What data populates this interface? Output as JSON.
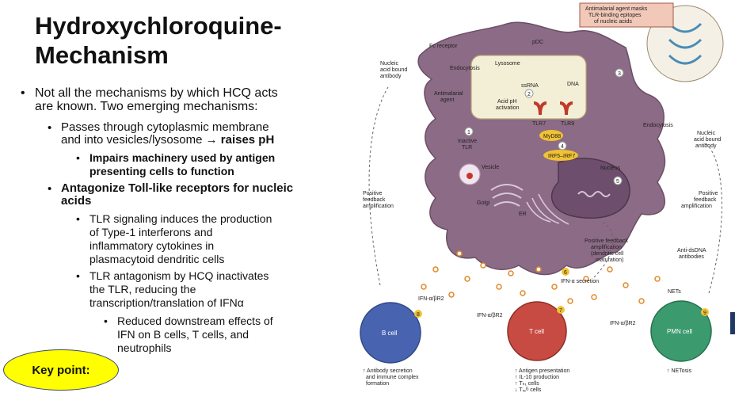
{
  "slide": {
    "title_line1": "Hydroxychloroquine-",
    "title_line2": "Mechanism",
    "bullets": {
      "b1_l1": "Not all the mechanisms by which HCQ acts",
      "b1_l2": "are known.  Two emerging mechanisms:",
      "b2_l1": "Passes through cytoplasmic membrane",
      "b2_l2a": "and into vesicles/lysosome",
      "b2_arrow": "→",
      "b2_l2b": "raises pH",
      "b3_l1": "Impairs machinery used by antigen",
      "b3_l2": "presenting cells to function",
      "b4_l1": "Antagonize Toll-like receptors for nucleic",
      "b4_l2": "acids",
      "b5_l1": "TLR signaling induces the production",
      "b5_l2": "of Type-1 interferons and",
      "b5_l3": "inflammatory cytokines in",
      "b5_l4": "plasmacytoid dendritic cells",
      "b6_l1": "TLR antagonism by HCQ inactivates",
      "b6_l2": "the TLR, reducing the",
      "b6_l3": "transcription/translation of IFNα",
      "b7_l1": "Reduced downstream effects of",
      "b7_l2": "IFN on B cells, T cells, and",
      "b7_l3": "neutrophils"
    },
    "key_point": "Key point:"
  },
  "figure": {
    "callout_l1": "Antimalarial agent masks",
    "callout_l2": "TLR-binding epitopes",
    "callout_l3": "of nucleic acids",
    "pdc": "pDC",
    "fc_receptor": "Fc receptor",
    "endocytosis": "Endocytosis",
    "lysosome": "Lysosome",
    "nucleic_l1": "Nucleic",
    "nucleic_l2": "acid bound",
    "nucleic_l3": "antibody",
    "antimalarial_l1": "Antimalarial",
    "antimalarial_l2": "agent",
    "ssrna": "ssRNA",
    "dna": "DNA",
    "acid_l1": "Acid pH",
    "acid_l2": "activation",
    "tlr7": "TLR7",
    "tlr9": "TLR9",
    "myd88": "MyD88",
    "irf": "IRF5–IRF7",
    "inactive_l1": "Inactive",
    "inactive_l2": "TLR",
    "vesicle": "Vesicle",
    "nucleus": "Nucleus",
    "golgi": "Golgi",
    "er": "ER",
    "endocytosis_right": "Endocytosis",
    "nucleic_r_l1": "Nucleic",
    "nucleic_r_l2": "acid bound",
    "nucleic_r_l3": "antibody",
    "pos_l1": "Positive",
    "pos_l2": "feedback",
    "pos_l3": "amplification",
    "pos_r_l1": "Positive",
    "pos_r_l2": "feedback",
    "pos_r_l3": "amplification",
    "pos_c_l1": "Positive feedback",
    "pos_c_l2": "amplification",
    "pos_c_l3": "(dendritic cell",
    "pos_c_l4": "maturation)",
    "ifn_secretion": "IFN-α secretion",
    "anti_ds_l1": "Anti-dsDNA",
    "anti_ds_l2": "antibodies",
    "nets": "NETs",
    "ifnr_b": "IFN-α/βR2",
    "ifnr_t": "IFN-α/βR2",
    "ifnr_pmn": "IFN-α/βR2",
    "b_cell": "B cell",
    "t_cell": "T cell",
    "pmn_cell": "PMN cell",
    "b_out_l1": "↑ Antibody secretion",
    "b_out_l2": "and immune complex",
    "b_out_l3": "formation",
    "t_out_l1": "↑ Antigen presentation",
    "t_out_l2": "↑ IL-10 production",
    "t_out_l3": "↑ Tₕ₁ cells",
    "t_out_l4": "↓ Tᵣₑᴳ cells",
    "pmn_out": "↑ NETosis",
    "n1": "1",
    "n2": "2",
    "n3": "3",
    "n4": "4",
    "n5": "5",
    "n6": "6",
    "n7": "7",
    "n8": "8",
    "n9": "9",
    "colors": {
      "cell": "#8c6b86",
      "lysosome": "#f3efd6",
      "nucleus": "#6d4e6c",
      "bcell": "#4864b0",
      "tcell": "#c84b43",
      "pmn": "#3b9a6e",
      "dot": "#e08a2a",
      "callout": "#f2c8b8"
    }
  }
}
